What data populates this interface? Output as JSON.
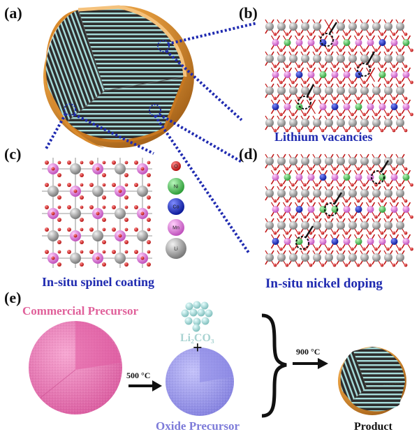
{
  "panels": {
    "a": "(a)",
    "b": "(b)",
    "c": "(c)",
    "d": "(d)",
    "e": "(e)"
  },
  "captions": {
    "b": "Lithium vacancies",
    "c": "In-situ spinel coating",
    "d": "In-situ nickel doping"
  },
  "legend": [
    {
      "label": "O",
      "color": "#d21a1a"
    },
    {
      "label": "Ni",
      "color": "#52c85a"
    },
    {
      "label": "Co",
      "color": "#1a2fc8"
    },
    {
      "label": "Mn",
      "color": "#e27ee0"
    },
    {
      "label": "Li",
      "color": "#a8a8a8"
    }
  ],
  "process": {
    "commercial_precursor": "Commercial Precursor",
    "step1_temp": "500 °C",
    "li2co3": "Li₂CO₃",
    "plus": "+",
    "oxide_precursor": "Oxide Precursor",
    "step2_temp": "900 °C",
    "product": "Product"
  },
  "colors": {
    "dotted_line": "#1f2ab0",
    "shell": "#e39a3c",
    "commercial_sphere": "#ec72b4",
    "oxide_sphere": "#9b98ee"
  }
}
